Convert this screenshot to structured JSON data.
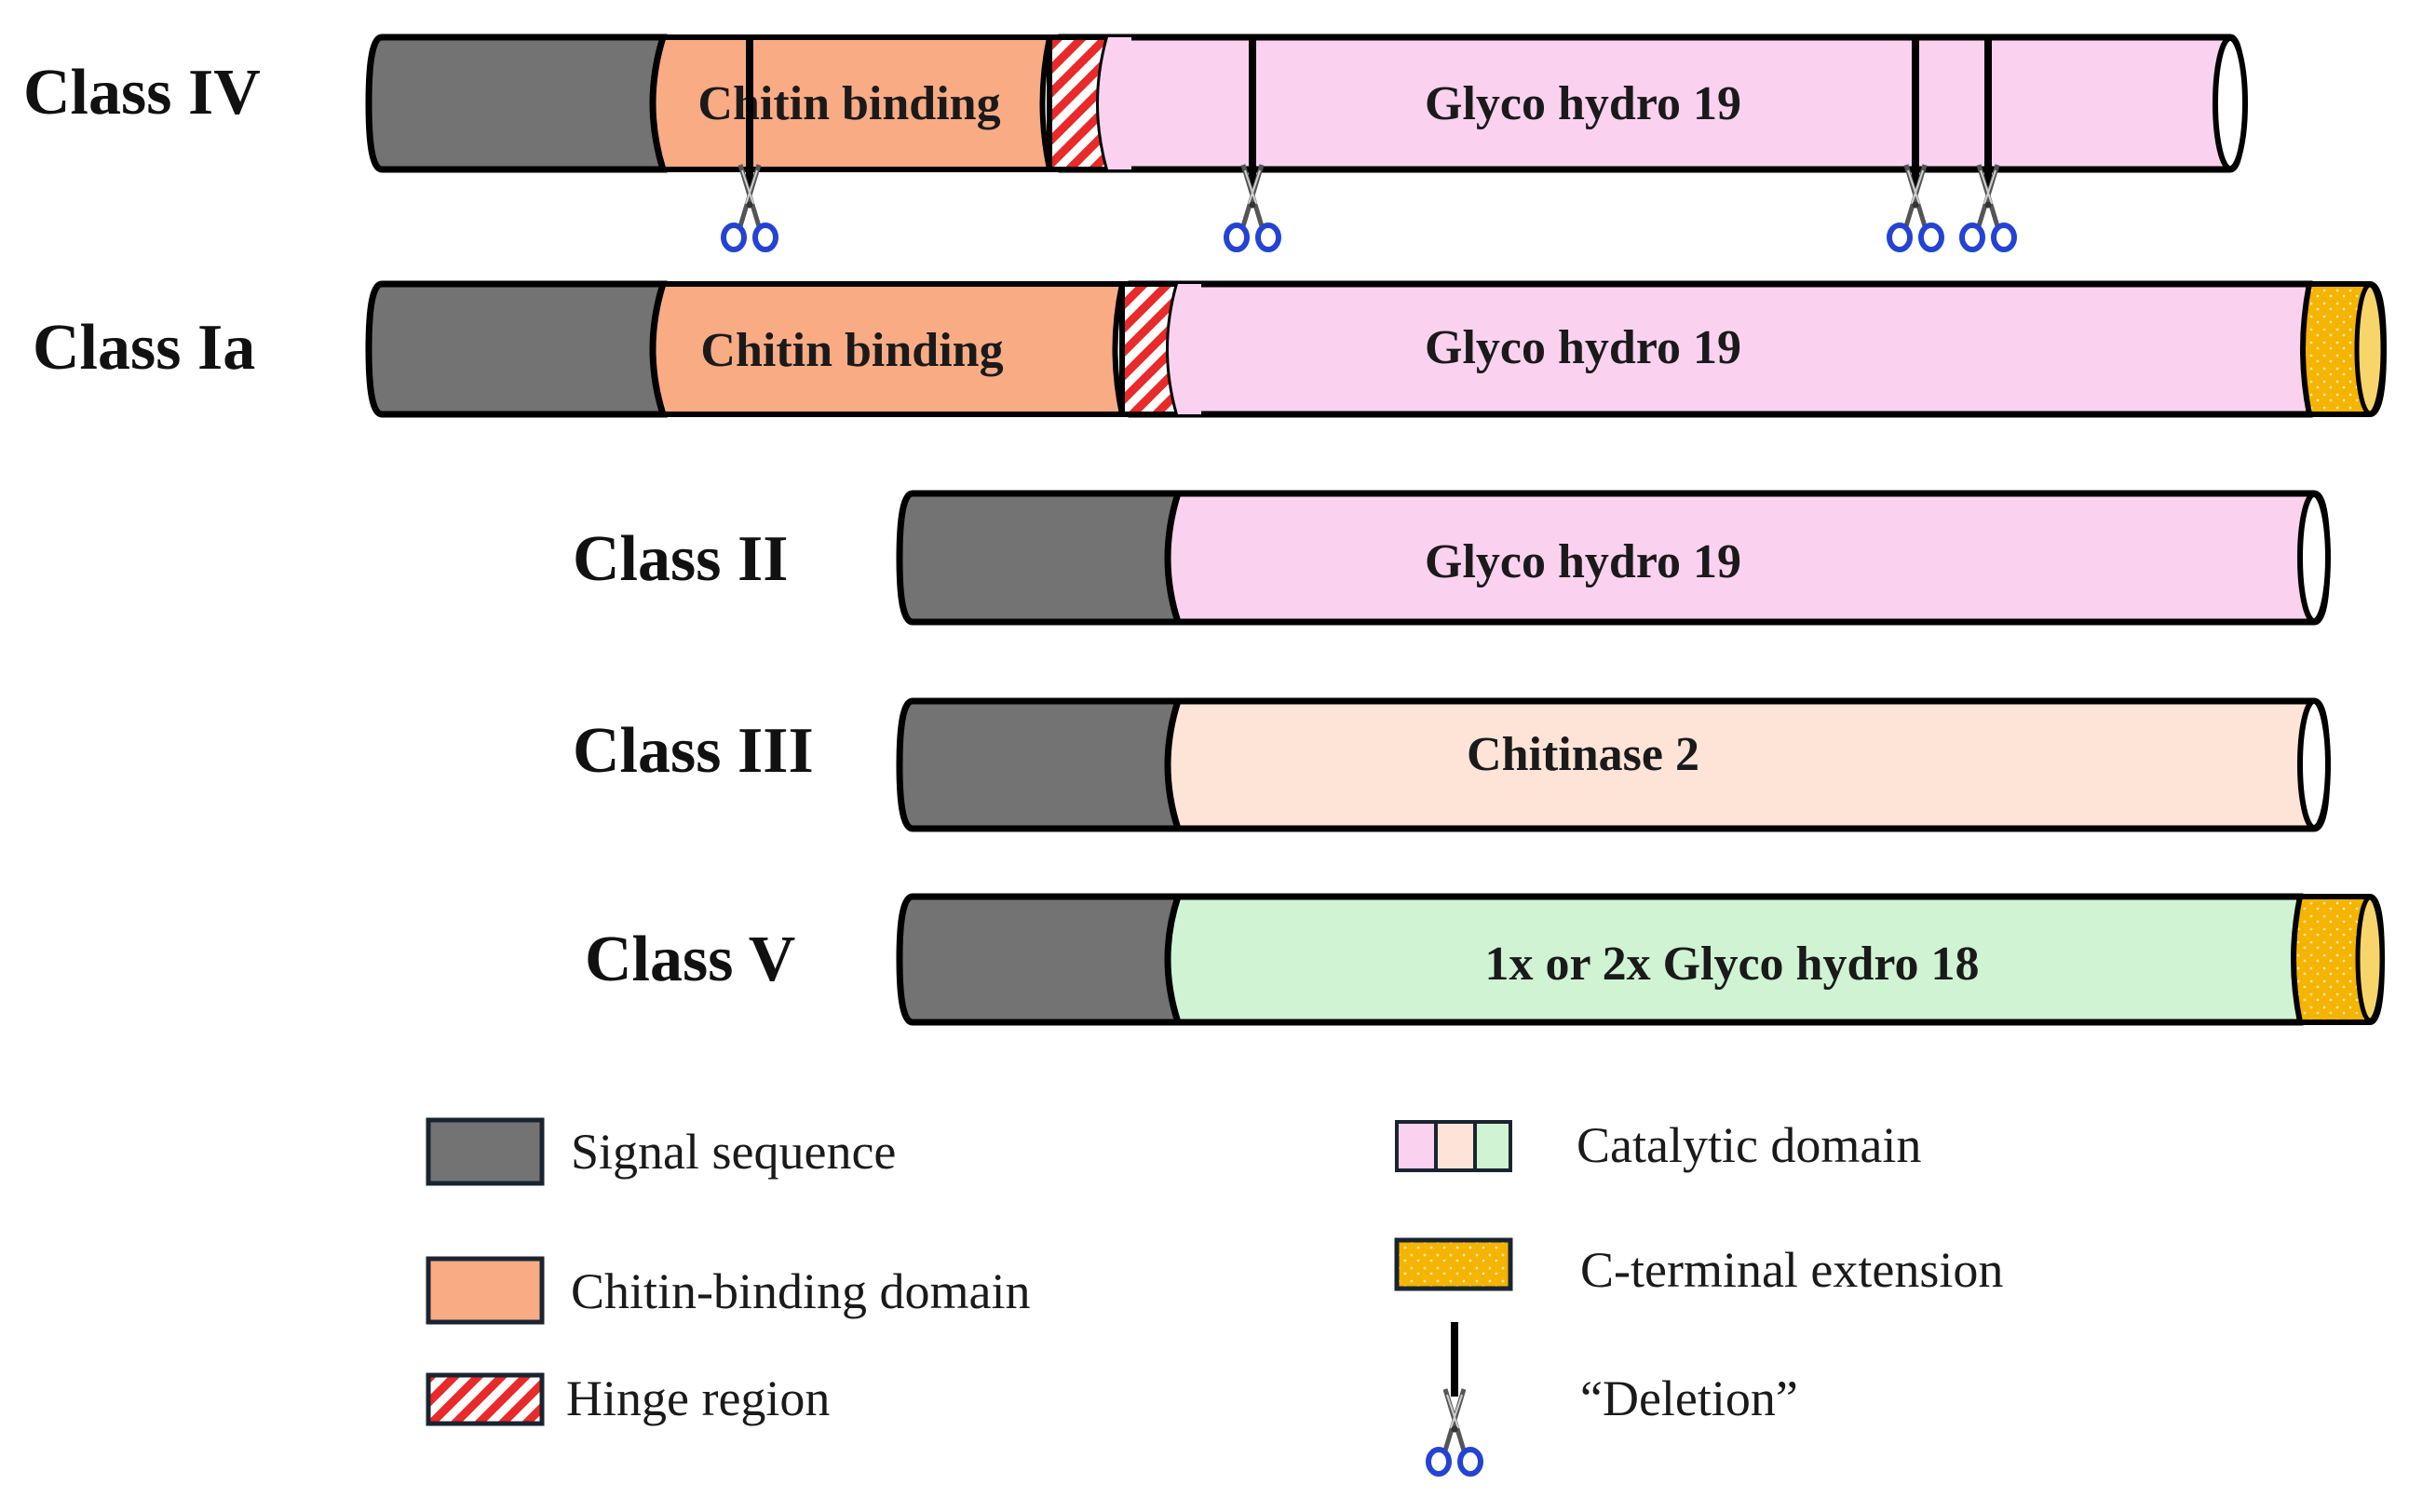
{
  "colors": {
    "signal": "#737373",
    "chitin_binding": "#f9ab84",
    "glyco19": "#fbd1f0",
    "chitinase2": "#fde4d7",
    "glyco18": "#cff3d3",
    "cterm": "#f4b400",
    "hinge_stripe": "#e82a2a",
    "scissors_handle": "#2443d4"
  },
  "classes": {
    "class_iv": {
      "label": "Class IV",
      "chitin_binding_label": "Chitin binding",
      "catalytic_label": "Glyco hydro 19"
    },
    "class_ia": {
      "label": "Class Ia",
      "chitin_binding_label": "Chitin binding",
      "catalytic_label": "Glyco hydro 19"
    },
    "class_ii": {
      "label": "Class II",
      "catalytic_label": "Glyco hydro 19"
    },
    "class_iii": {
      "label": "Class III",
      "catalytic_label": "Chitinase 2"
    },
    "class_v": {
      "label": "Class V",
      "catalytic_label": "1x or 2x Glyco hydro 18"
    }
  },
  "legend": {
    "signal_sequence": "Signal sequence",
    "chitin_binding_domain": "Chitin-binding domain",
    "hinge_region": "Hinge region",
    "catalytic_domain": "Catalytic domain",
    "c_terminal_extension": "C-terminal extension",
    "deletion": "“Deletion”"
  }
}
